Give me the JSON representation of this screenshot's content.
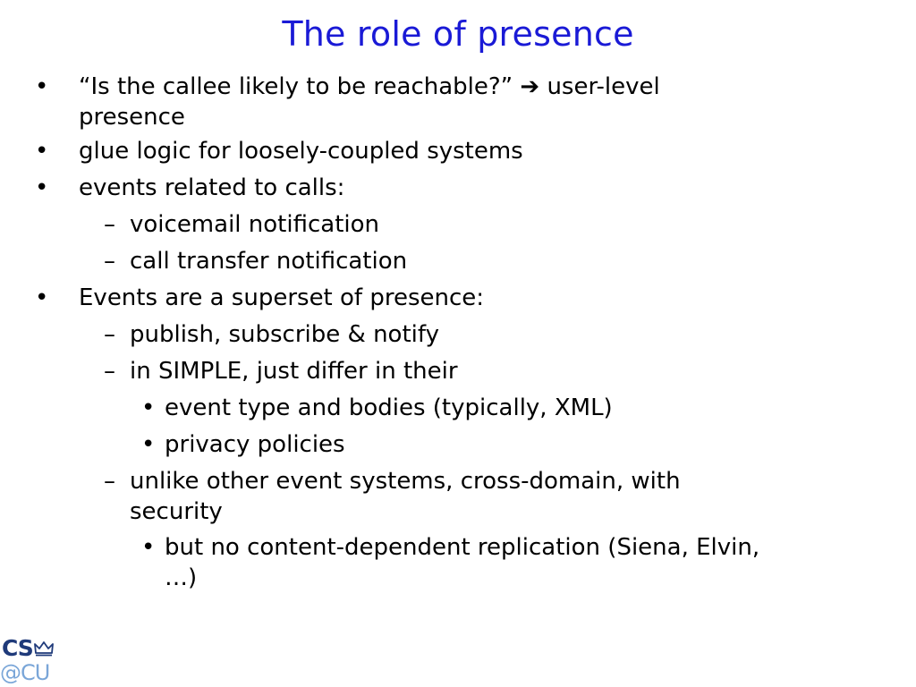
{
  "slide": {
    "title": "The role of presence",
    "title_color": "#1a1ad6",
    "text_color": "#000000"
  },
  "items": [
    {
      "level": 1,
      "marker": "•",
      "lines": [
        "“Is the callee likely to be reachable?” ➔ user-level",
        "presence"
      ]
    },
    {
      "level": 1,
      "marker": "•",
      "lines": [
        "glue logic for loosely-coupled systems"
      ]
    },
    {
      "level": 1,
      "marker": "•",
      "lines": [
        "events related to calls:"
      ]
    },
    {
      "level": 2,
      "marker": "–",
      "lines": [
        "voicemail notification"
      ]
    },
    {
      "level": 2,
      "marker": "–",
      "lines": [
        "call transfer notification"
      ]
    },
    {
      "level": 1,
      "marker": "•",
      "lines": [
        "Events are a superset of presence:"
      ]
    },
    {
      "level": 2,
      "marker": "–",
      "lines": [
        "publish, subscribe & notify"
      ]
    },
    {
      "level": 2,
      "marker": "–",
      "lines": [
        "in SIMPLE, just differ in their"
      ]
    },
    {
      "level": 3,
      "marker": "•",
      "lines": [
        "event type and bodies (typically, XML)"
      ]
    },
    {
      "level": 3,
      "marker": "•",
      "lines": [
        "privacy policies"
      ]
    },
    {
      "level": 2,
      "marker": "–",
      "lines": [
        "unlike other event systems, cross-domain, with",
        "security"
      ]
    },
    {
      "level": 3,
      "marker": "•",
      "lines": [
        "but no content-dependent replication (Siena, Elvin,",
        "…)"
      ]
    }
  ],
  "logo": {
    "top_text": "CS",
    "bottom_text": "@CU",
    "icon": "crown-icon",
    "top_color": "#1f3a7a",
    "bottom_color": "#7aa6d8"
  }
}
